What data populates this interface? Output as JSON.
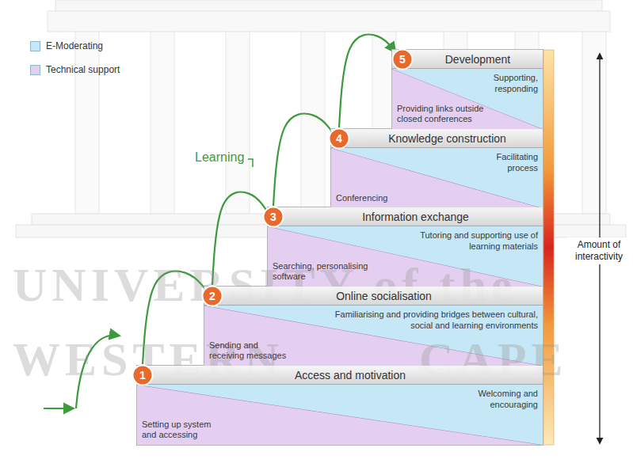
{
  "diagram": {
    "nodes": [
      {
        "text": [
          "Access and motivation"
        ]
      },
      {
        "text": [
          "1"
        ],
        "in": 0
      },
      {
        "text": [
          "Setting up system and accessing"
        ],
        "in": 0
      },
      {
        "text": [
          "Welcoming and encouraging"
        ],
        "in": 0
      },
      {
        "text": [
          "Online socialisation"
        ]
      },
      {
        "text": [
          "2"
        ],
        "in": 4
      },
      {
        "text": [
          "Sending and receiving messages"
        ],
        "in": 4
      },
      {
        "text": [
          "Familiarising and providing bridges between cultural, social and learning environments"
        ],
        "in": 4
      },
      {
        "text": [
          "Information exchange"
        ]
      },
      {
        "text": [
          "3"
        ],
        "in": 8
      },
      {
        "text": [
          "Searching, personalising software"
        ],
        "in": 8
      },
      {
        "text": [
          "Tutoring and supporting use of learning materials"
        ],
        "in": 8
      },
      {
        "text": [
          "Knowledge construction"
        ]
      },
      {
        "text": [
          "4"
        ],
        "in": 12
      },
      {
        "text": [
          "Conferencing"
        ],
        "in": 12
      },
      {
        "text": [
          "Facilitating process"
        ],
        "in": 12
      },
      {
        "text": [
          "Development"
        ]
      },
      {
        "text": [
          "5"
        ],
        "in": 16
      },
      {
        "text": [
          "Providing links outside closed conferences"
        ],
        "in": 16
      },
      {
        "text": [
          "Supporting, responding"
        ],
        "in": 16
      }
    ],
    "edges": [
      {
        "from": 1,
        "to": 5,
        "arrow": "none"
      },
      {
        "from": 5,
        "to": 9,
        "arrow": "none"
      },
      {
        "from": 9,
        "to": 13,
        "arrow": "none"
      },
      {
        "from": 13,
        "to": 17,
        "arrow": "to"
      }
    ],
    "labels": [
      "Learning",
      "Amount of interactivity",
      "UNIVERSITY of the",
      "WESTERN CAPE"
    ],
    "legend": [
      {
        "text": "E-Moderating",
        "color": "#c6e7f5"
      },
      {
        "text": "Technical support",
        "color": "#e4cff1"
      }
    ]
  }
}
